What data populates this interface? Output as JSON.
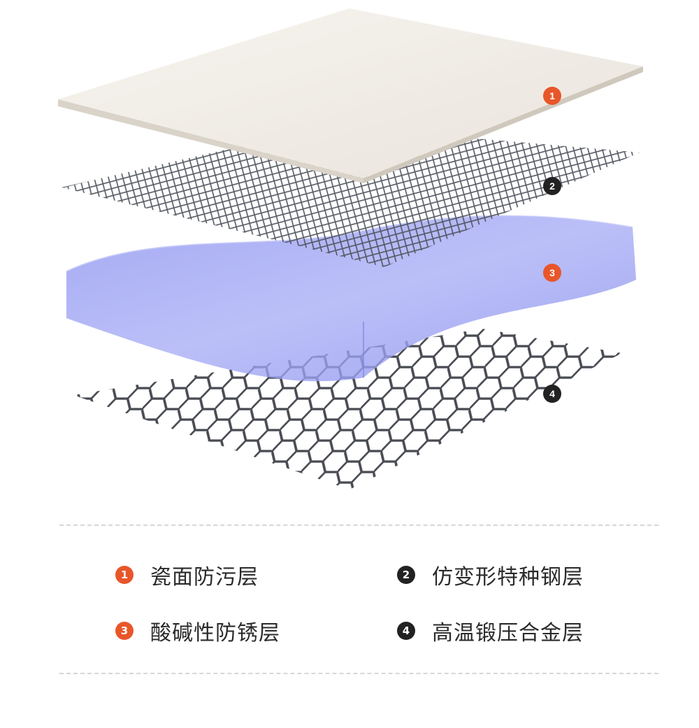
{
  "colors": {
    "accent_orange": "#e8562a",
    "dark_badge": "#222222",
    "ceramic": "#f0ece6",
    "mesh": "#5a5e66",
    "coating": "#8f96ee",
    "alloy": "#4a4d55"
  },
  "diagram": {
    "badges": [
      "1",
      "2",
      "3",
      "4"
    ]
  },
  "legend": {
    "items": [
      {
        "number": "1",
        "label": "瓷面防污层",
        "color": "#e8562a"
      },
      {
        "number": "2",
        "label": "仿变形特种钢层",
        "color": "#222222"
      },
      {
        "number": "3",
        "label": "酸碱性防锈层",
        "color": "#e8562a"
      },
      {
        "number": "4",
        "label": "高温锻压合金层",
        "color": "#222222"
      }
    ]
  }
}
